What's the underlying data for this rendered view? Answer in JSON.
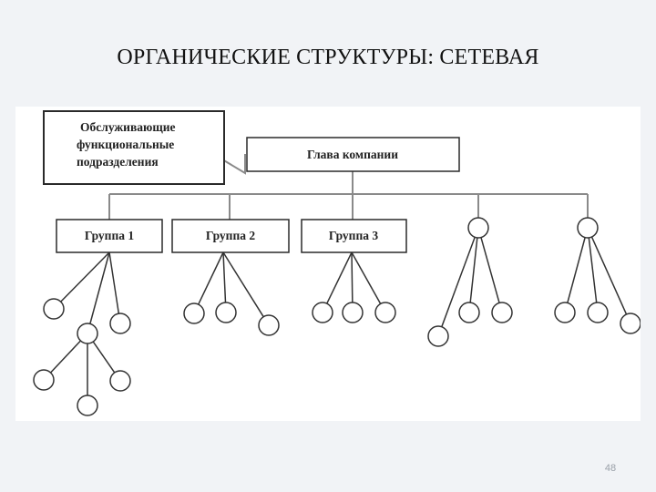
{
  "slide": {
    "title": "ОРГАНИЧЕСКИЕ СТРУКТУРЫ: СЕТЕВАЯ",
    "page_number": "48"
  },
  "diagram": {
    "service_box": {
      "lines": [
        "Обслуживающие",
        "функциональные",
        "подразделения"
      ]
    },
    "head_box": {
      "label": "Глава компании"
    },
    "groups": [
      {
        "label": "Группа 1"
      },
      {
        "label": "Группа 2"
      },
      {
        "label": "Группа 3"
      }
    ],
    "colors": {
      "line": "#8a8a8a",
      "box_border": "#2a2a2a",
      "node_border": "#333333"
    }
  }
}
